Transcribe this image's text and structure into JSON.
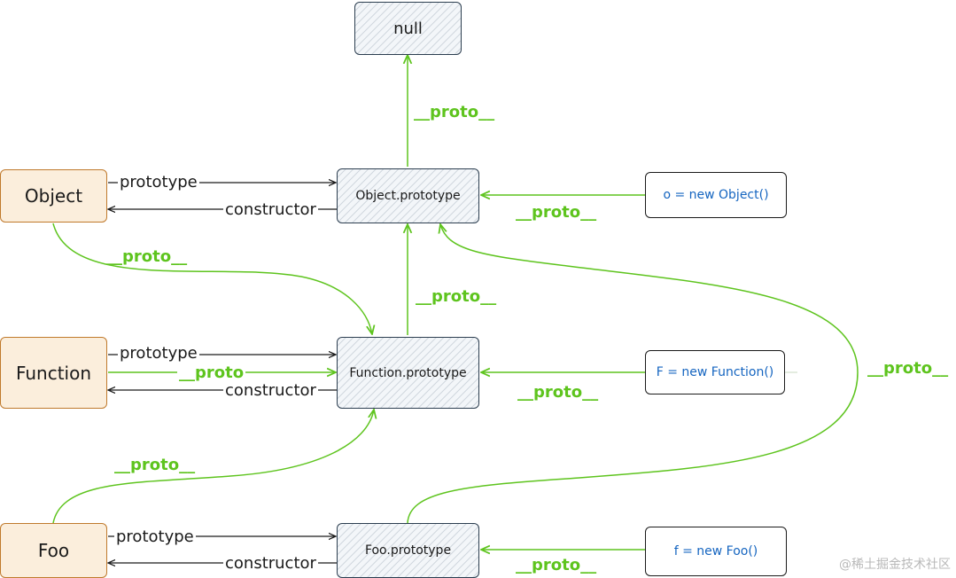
{
  "nodes": {
    "null": "null",
    "object": "Object",
    "function": "Function",
    "foo": "Foo",
    "object_prototype": "Object.prototype",
    "function_prototype": "Function.prototype",
    "foo_prototype": "Foo.prototype",
    "o_instance": "o = new Object()",
    "f_instance": "F = new Function()",
    "foo_instance": "f = new Foo()"
  },
  "labels": {
    "prototype": "prototype",
    "constructor": "constructor",
    "proto": "__proto__",
    "proto_short": "__proto"
  },
  "watermark": "@稀土掘金技术社区",
  "colors": {
    "green": "#5ec41e",
    "black": "#1a1a1a",
    "blue": "#1565c0",
    "orange_border": "#c07a2c",
    "orange_fill": "#fbeedc"
  }
}
